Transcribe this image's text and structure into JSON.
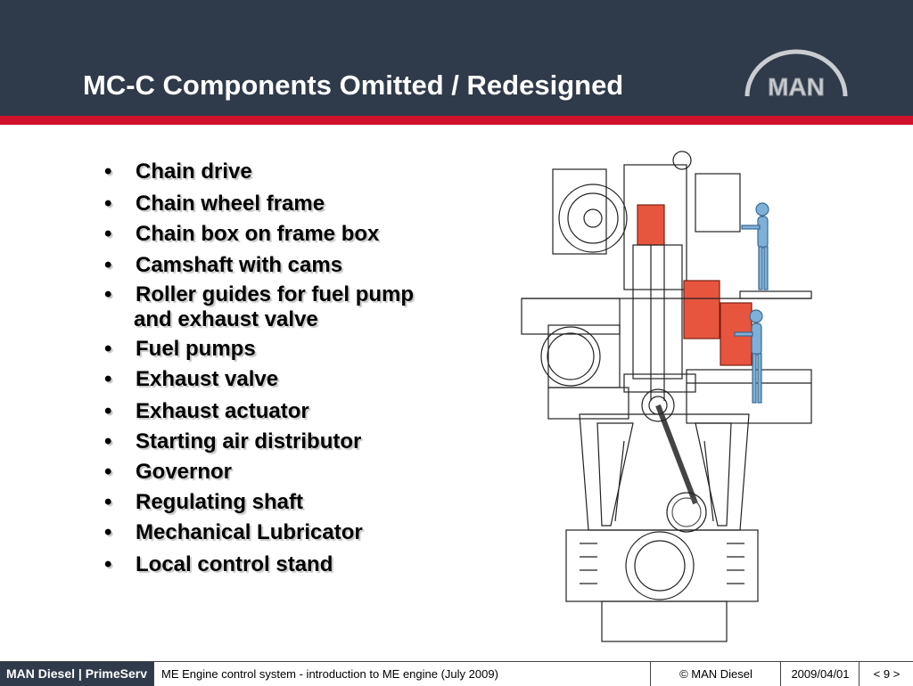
{
  "header": {
    "title": "MC-C Components Omitted / Redesigned",
    "logo_text": "MAN"
  },
  "bullets": [
    {
      "line1": "Chain drive"
    },
    {
      "line1": "Chain wheel frame"
    },
    {
      "line1": "Chain box on frame box"
    },
    {
      "line1": "Camshaft with cams"
    },
    {
      "line1": "Roller guides for fuel pump",
      "line2": "and exhaust valve"
    },
    {
      "line1": "Fuel pumps"
    },
    {
      "line1": "Exhaust valve"
    },
    {
      "line1": "Exhaust actuator"
    },
    {
      "line1": "Starting air distributor"
    },
    {
      "line1": "Governor"
    },
    {
      "line1": "Regulating shaft"
    },
    {
      "line1": "Mechanical Lubricator"
    },
    {
      "line1": "Local control stand"
    }
  ],
  "bullet_symbol": "•",
  "footer": {
    "brand": "MAN Diesel | PrimeServ",
    "title": "ME Engine control system - introduction to ME engine (July 2009)",
    "copyright": "© MAN Diesel",
    "date": "2009/04/01",
    "page": "< 9 >"
  },
  "colors": {
    "header_bg": "#2f3b4b",
    "accent_red": "#d0112b",
    "highlight_red": "#e8553e",
    "figure_blue": "#7fb0d8"
  }
}
